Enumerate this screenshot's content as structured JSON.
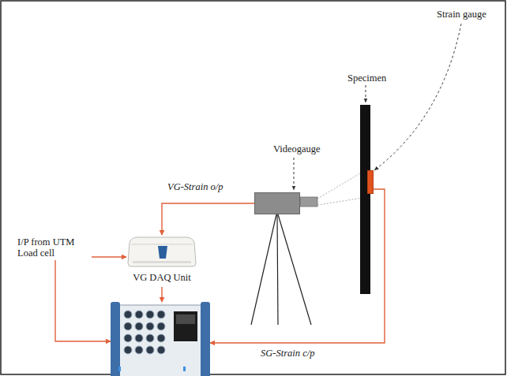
{
  "diagram": {
    "nodes": [
      {
        "text": [
          "Strain gauge"
        ]
      },
      {
        "text": [
          "Specimen"
        ]
      },
      {
        "text": [
          "Videogauge"
        ]
      },
      {
        "text": [
          "I/P from UTM Load cell"
        ]
      },
      {
        "text": [
          "VG DAQ Unit"
        ]
      },
      {
        "text": []
      }
    ],
    "edges": [
      {
        "from": 2,
        "to": 4,
        "arrow": "to",
        "label": "VG-Strain o/p"
      },
      {
        "from": 3,
        "to": 4,
        "arrow": "to"
      },
      {
        "from": 3,
        "to": 5,
        "arrow": "to"
      },
      {
        "from": 4,
        "to": 5,
        "arrow": "to"
      },
      {
        "from": 0,
        "to": 5,
        "arrow": "to",
        "label": "SG-Strain c/p"
      }
    ]
  }
}
